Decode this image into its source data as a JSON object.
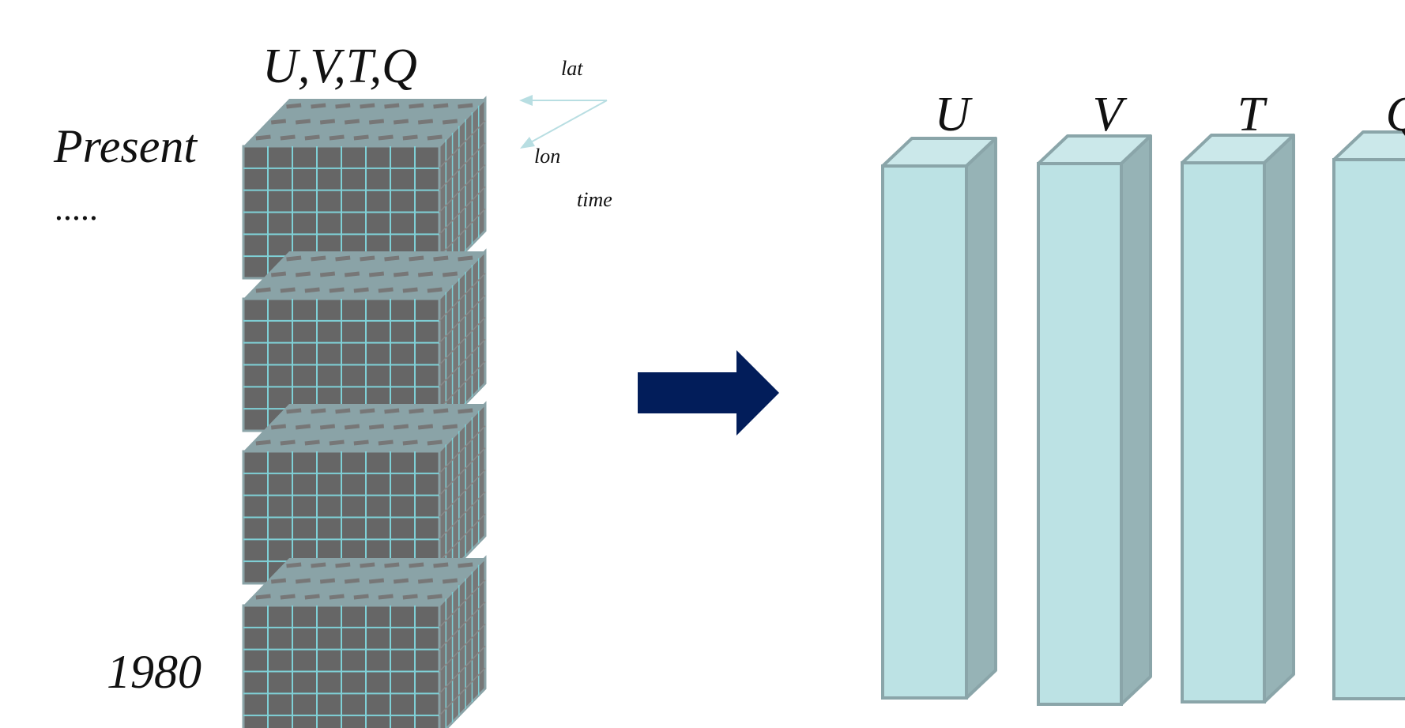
{
  "labels": {
    "variables": "U,V,T,Q",
    "present": "Present",
    "ellipsis": ".....",
    "start_year": "1980"
  },
  "axes": {
    "lat": "lat",
    "lon": "lon",
    "time": "time"
  },
  "columns": [
    {
      "label": "U"
    },
    {
      "label": "V"
    },
    {
      "label": "T"
    },
    {
      "label": "Q"
    }
  ],
  "colors": {
    "cube_front": "#666666",
    "cube_side": "#777777",
    "cube_edge": "#8aa3a7",
    "grid_line": "#7fd0d6",
    "arrow": "#021d5a",
    "axis_arrow": "#b8dee2",
    "column_front": "#bce2e4",
    "column_top": "#cbe8ea",
    "column_side": "#96b3b6",
    "column_stroke": "#8aa5a9"
  }
}
